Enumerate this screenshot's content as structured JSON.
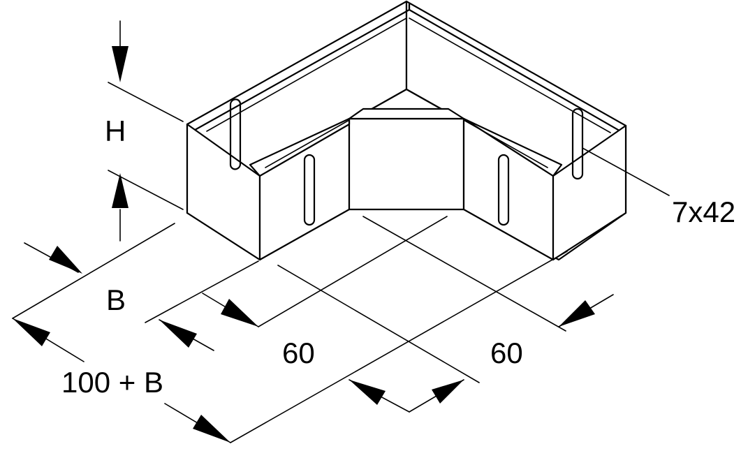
{
  "labels": {
    "height": "H",
    "width": "B",
    "overall": "100 + B",
    "leg_left": "60",
    "leg_right": "60",
    "slot": "7x42"
  },
  "colors": {
    "line": "#000000",
    "background": "#ffffff"
  }
}
